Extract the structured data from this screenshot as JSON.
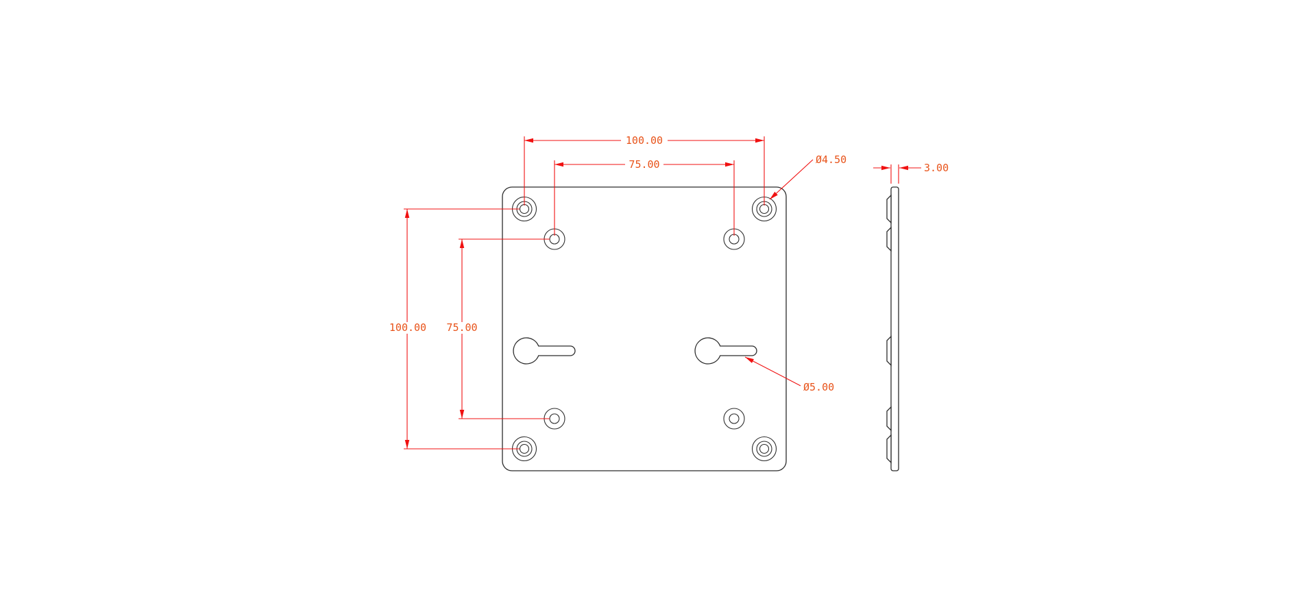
{
  "drawing": {
    "dims": {
      "width_outer": "100.00",
      "width_inner": "75.00",
      "height_outer": "100.00",
      "height_inner": "75.00",
      "hole_diameter": "Ø4.50",
      "keyhole_diameter": "Ø5.00",
      "thickness": "3.00"
    }
  },
  "colors": {
    "line": "#2b2b2b",
    "dim": "#f01111",
    "dimtext": "#e8531a",
    "bg": "#ffffff"
  }
}
